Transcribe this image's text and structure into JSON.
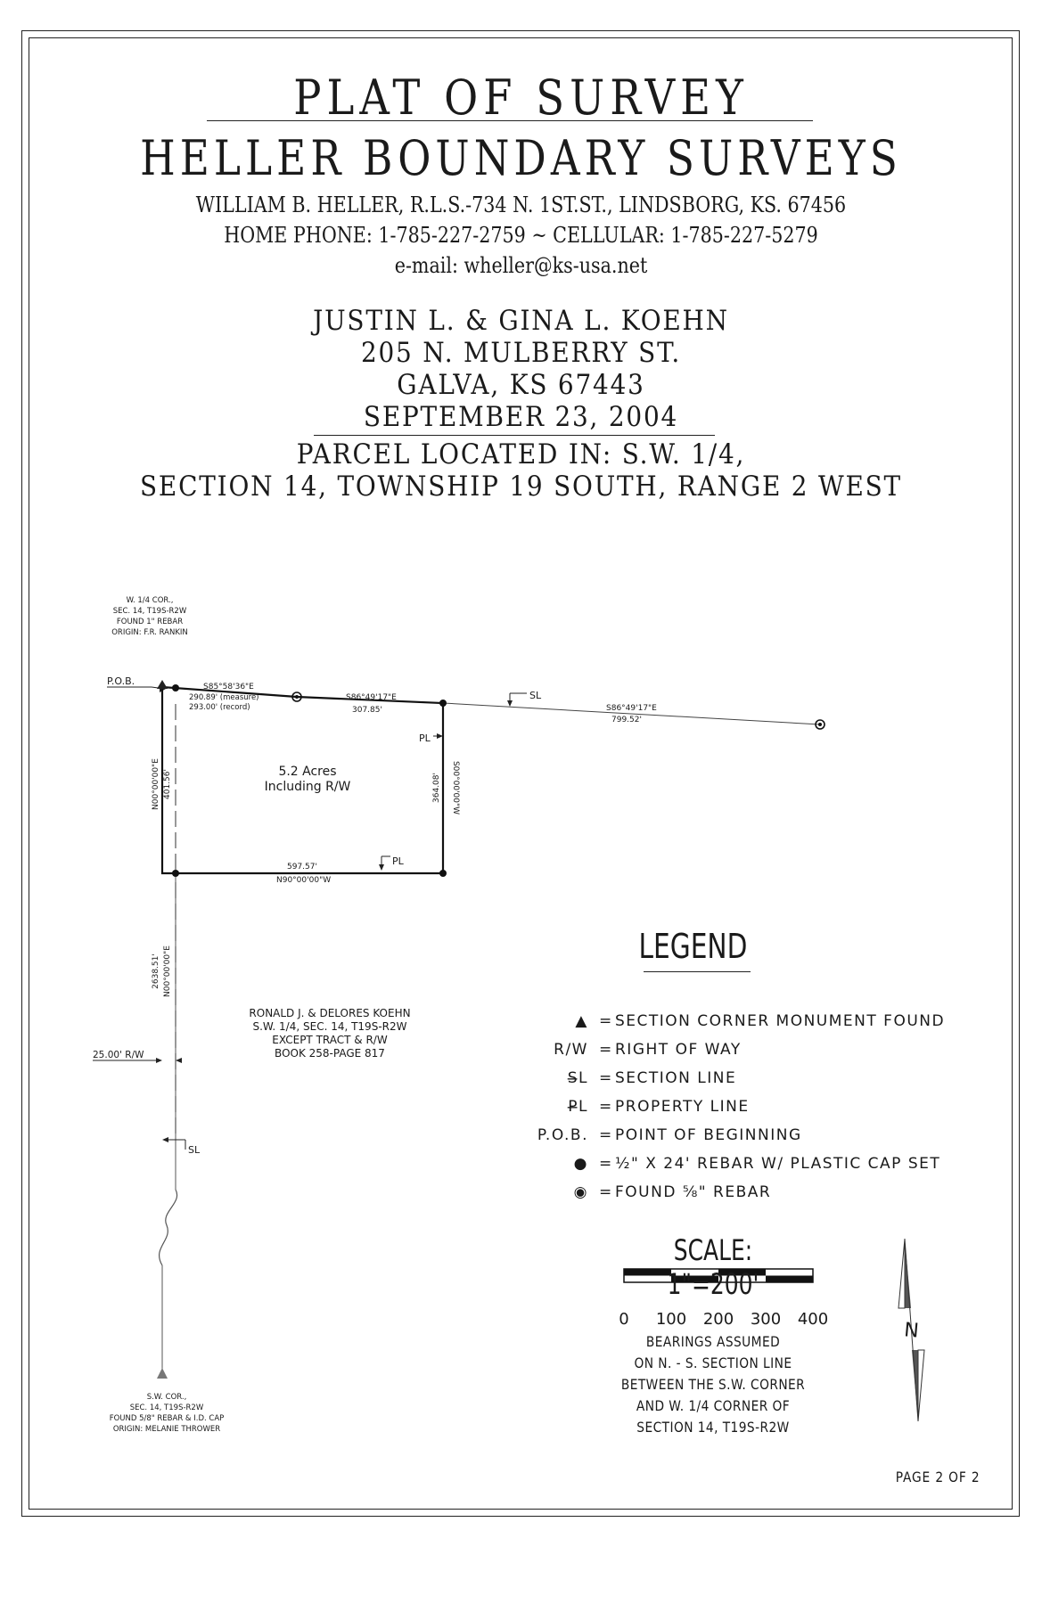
{
  "header": {
    "title": "PLAT OF SURVEY",
    "firm": "HELLER BOUNDARY SURVEYS",
    "address": "WILLIAM B. HELLER, R.L.S.-734 N. 1ST.ST., LINDSBORG, KS. 67456",
    "phone": "HOME PHONE: 1-785-227-2759 ~ CELLULAR: 1-785-227-5279",
    "email": "e-mail: wheller@ks-usa.net"
  },
  "client": {
    "names": "JUSTIN L. & GINA L. KOEHN",
    "street": "205 N. MULBERRY ST.",
    "city": "GALVA, KS 67443",
    "date": "SEPTEMBER 23, 2004"
  },
  "parcel": {
    "line1": "PARCEL LOCATED IN: S.W. 1/4,",
    "line2": "SECTION 14, TOWNSHIP 19 SOUTH, RANGE 2 WEST"
  },
  "plat": {
    "nw_corner_note": [
      "W. 1/4 COR.,",
      "SEC. 14, T19S-R2W",
      "FOUND 1\" REBAR",
      "ORIGIN: F.R. RANKIN"
    ],
    "pob": "P.O.B.",
    "north_bearing_1": "S85°58'36\"E",
    "north_dist_measure": "290.89' (measure)",
    "north_dist_record": "293.00' (record)",
    "north_bearing_2": "S86°49'17\"E",
    "north_dist_2": "307.85'",
    "section_bearing": "S86°49'17\"E",
    "section_dist": "799.52'",
    "west_bearing": "N00°00'00\"E",
    "west_dist": "401.56'",
    "east_bearing": "S00°00'00\"W",
    "east_dist": "364.08'",
    "south_dist": "597.57'",
    "south_bearing": "N90°00'00\"W",
    "acreage": "5.2 Acres",
    "acreage_note": "Including R/W",
    "line_dist": "2638.51'",
    "line_bearing": "N00°00'00\"E",
    "row_label": "25.00' R/W",
    "owner_block": [
      "RONALD J. & DELORES KOEHN",
      "S.W. 1/4, SEC. 14, T19S-R2W",
      "EXCEPT TRACT & R/W",
      "BOOK 258-PAGE 817"
    ],
    "sw_corner_note": [
      "S.W. COR.,",
      "SEC. 14, T19S-R2W",
      "FOUND 5/8\" REBAR & I.D. CAP",
      "ORIGIN: MELANIE THROWER"
    ],
    "sl_symbol": "SL",
    "pl_symbol": "PL"
  },
  "legend": {
    "title": "LEGEND",
    "rows": [
      {
        "symbol": "▲",
        "desc": "SECTION CORNER MONUMENT FOUND"
      },
      {
        "symbol": "R/W",
        "desc": "RIGHT OF WAY"
      },
      {
        "symbol": "S̶L",
        "desc": "SECTION LINE"
      },
      {
        "symbol": "P̶L",
        "desc": "PROPERTY LINE"
      },
      {
        "symbol": "P.O.B.",
        "desc": "POINT OF BEGINNING"
      },
      {
        "symbol": "●",
        "desc": "½\" X 24' REBAR W/ PLASTIC CAP SET"
      },
      {
        "symbol": "◉",
        "desc": "FOUND ⅝\" REBAR"
      }
    ],
    "equals": "="
  },
  "scale": {
    "title": "SCALE: 1\"=200'",
    "ticks": [
      "0",
      "100",
      "200",
      "300",
      "400"
    ],
    "note": [
      "BEARINGS ASSUMED",
      "ON N. - S. SECTION LINE",
      "BETWEEN THE S.W. CORNER",
      "AND W. 1/4 CORNER OF",
      "SECTION 14, T19S-R2W"
    ]
  },
  "north_label": "N",
  "page": "PAGE 2 OF 2"
}
